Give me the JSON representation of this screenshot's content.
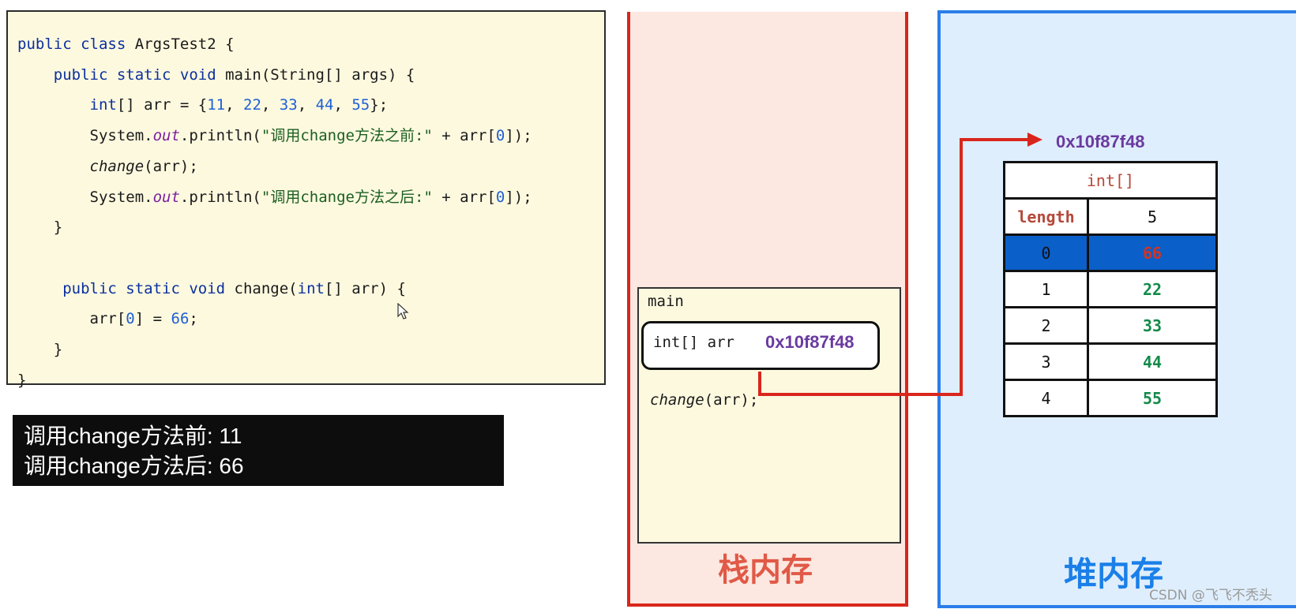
{
  "code": {
    "lines": [
      {
        "parts": [
          {
            "t": "public class ",
            "c": "kw"
          },
          {
            "t": "ArgsTest2 {",
            "c": ""
          }
        ]
      },
      {
        "parts": [
          {
            "t": "    public static void ",
            "c": "kw"
          },
          {
            "t": "main(String[] args) {",
            "c": ""
          }
        ]
      },
      {
        "parts": [
          {
            "t": "        ",
            "c": ""
          },
          {
            "t": "int",
            "c": "kw"
          },
          {
            "t": "[] arr = {",
            "c": ""
          },
          {
            "t": "11",
            "c": "num"
          },
          {
            "t": ", ",
            "c": ""
          },
          {
            "t": "22",
            "c": "num"
          },
          {
            "t": ", ",
            "c": ""
          },
          {
            "t": "33",
            "c": "num"
          },
          {
            "t": ", ",
            "c": ""
          },
          {
            "t": "44",
            "c": "num"
          },
          {
            "t": ", ",
            "c": ""
          },
          {
            "t": "55",
            "c": "num"
          },
          {
            "t": "};",
            "c": ""
          }
        ]
      },
      {
        "parts": [
          {
            "t": "        System.",
            "c": ""
          },
          {
            "t": "out",
            "c": "field"
          },
          {
            "t": ".println(",
            "c": ""
          },
          {
            "t": "\"调用change方法之前:\"",
            "c": "str"
          },
          {
            "t": " + arr[",
            "c": ""
          },
          {
            "t": "0",
            "c": "num"
          },
          {
            "t": "]);",
            "c": ""
          }
        ]
      },
      {
        "parts": [
          {
            "t": "        ",
            "c": ""
          },
          {
            "t": "change",
            "c": "it"
          },
          {
            "t": "(arr);",
            "c": ""
          }
        ]
      },
      {
        "parts": [
          {
            "t": "        System.",
            "c": ""
          },
          {
            "t": "out",
            "c": "field"
          },
          {
            "t": ".println(",
            "c": ""
          },
          {
            "t": "\"调用change方法之后:\"",
            "c": "str"
          },
          {
            "t": " + arr[",
            "c": ""
          },
          {
            "t": "0",
            "c": "num"
          },
          {
            "t": "]);",
            "c": ""
          }
        ]
      },
      {
        "parts": [
          {
            "t": "    }",
            "c": ""
          }
        ]
      },
      {
        "parts": [
          {
            "t": "",
            "c": ""
          }
        ]
      },
      {
        "parts": [
          {
            "t": "     public static void ",
            "c": "kw"
          },
          {
            "t": "change(",
            "c": ""
          },
          {
            "t": "int",
            "c": "kw"
          },
          {
            "t": "[] arr) {",
            "c": ""
          }
        ]
      },
      {
        "parts": [
          {
            "t": "        arr[",
            "c": ""
          },
          {
            "t": "0",
            "c": "num"
          },
          {
            "t": "] = ",
            "c": ""
          },
          {
            "t": "66",
            "c": "num"
          },
          {
            "t": ";",
            "c": ""
          }
        ]
      },
      {
        "parts": [
          {
            "t": "    }",
            "c": ""
          }
        ]
      },
      {
        "parts": [
          {
            "t": "}",
            "c": ""
          }
        ]
      }
    ]
  },
  "console": {
    "line1": "调用change方法前: 11",
    "line2": "调用change方法后: 66"
  },
  "stack": {
    "title": "栈内存",
    "frame_label": "main",
    "var_label": "int[] arr",
    "var_value": "0x10f87f48",
    "call_method": "change",
    "call_args": "(arr);"
  },
  "heap": {
    "title": "堆内存",
    "address": "0x10f87f48",
    "array_type": "int[]",
    "length_key": "length",
    "length_value": "5",
    "rows": [
      {
        "index": "0",
        "value": "66",
        "selected": true
      },
      {
        "index": "1",
        "value": "22",
        "selected": false
      },
      {
        "index": "2",
        "value": "33",
        "selected": false
      },
      {
        "index": "3",
        "value": "44",
        "selected": false
      },
      {
        "index": "4",
        "value": "55",
        "selected": false
      }
    ]
  },
  "watermark": "CSDN @飞飞不秃头",
  "colors": {
    "stack_border": "#d9261c",
    "heap_border": "#2b7de9",
    "arrow": "#d9261c",
    "address": "#6a3aa0"
  }
}
